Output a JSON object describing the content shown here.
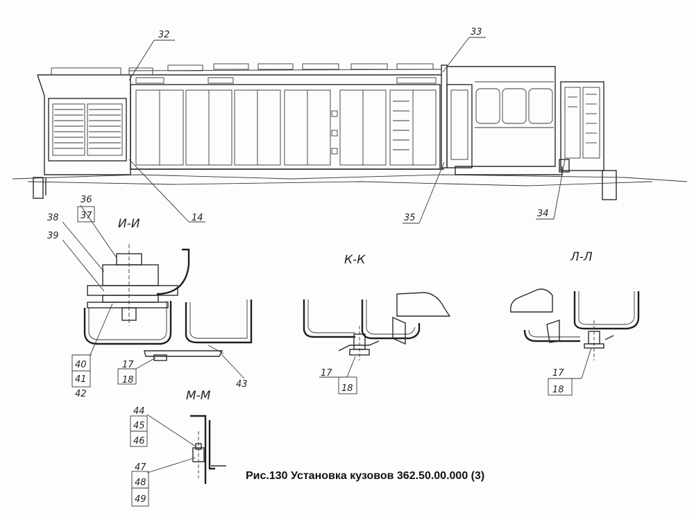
{
  "caption": "Рис.130 Установка кузовов 362.50.00.000 (3)",
  "sections": {
    "i_i": "И-И",
    "k_k": "К-К",
    "l_l": "Л-Л",
    "m_m": "М-М"
  },
  "callouts": {
    "c14": "14",
    "c17a": "17",
    "c17b": "17",
    "c17c": "17",
    "c18a": "18",
    "c18b": "18",
    "c18c": "18",
    "c32": "32",
    "c33": "33",
    "c34": "34",
    "c35": "35",
    "c36": "36",
    "c37": "37",
    "c38": "38",
    "c39": "39",
    "c40": "40",
    "c41": "41",
    "c42": "42",
    "c43": "43",
    "c44": "44",
    "c45": "45",
    "c46": "46",
    "c47": "47",
    "c48": "48",
    "c49": "49"
  }
}
